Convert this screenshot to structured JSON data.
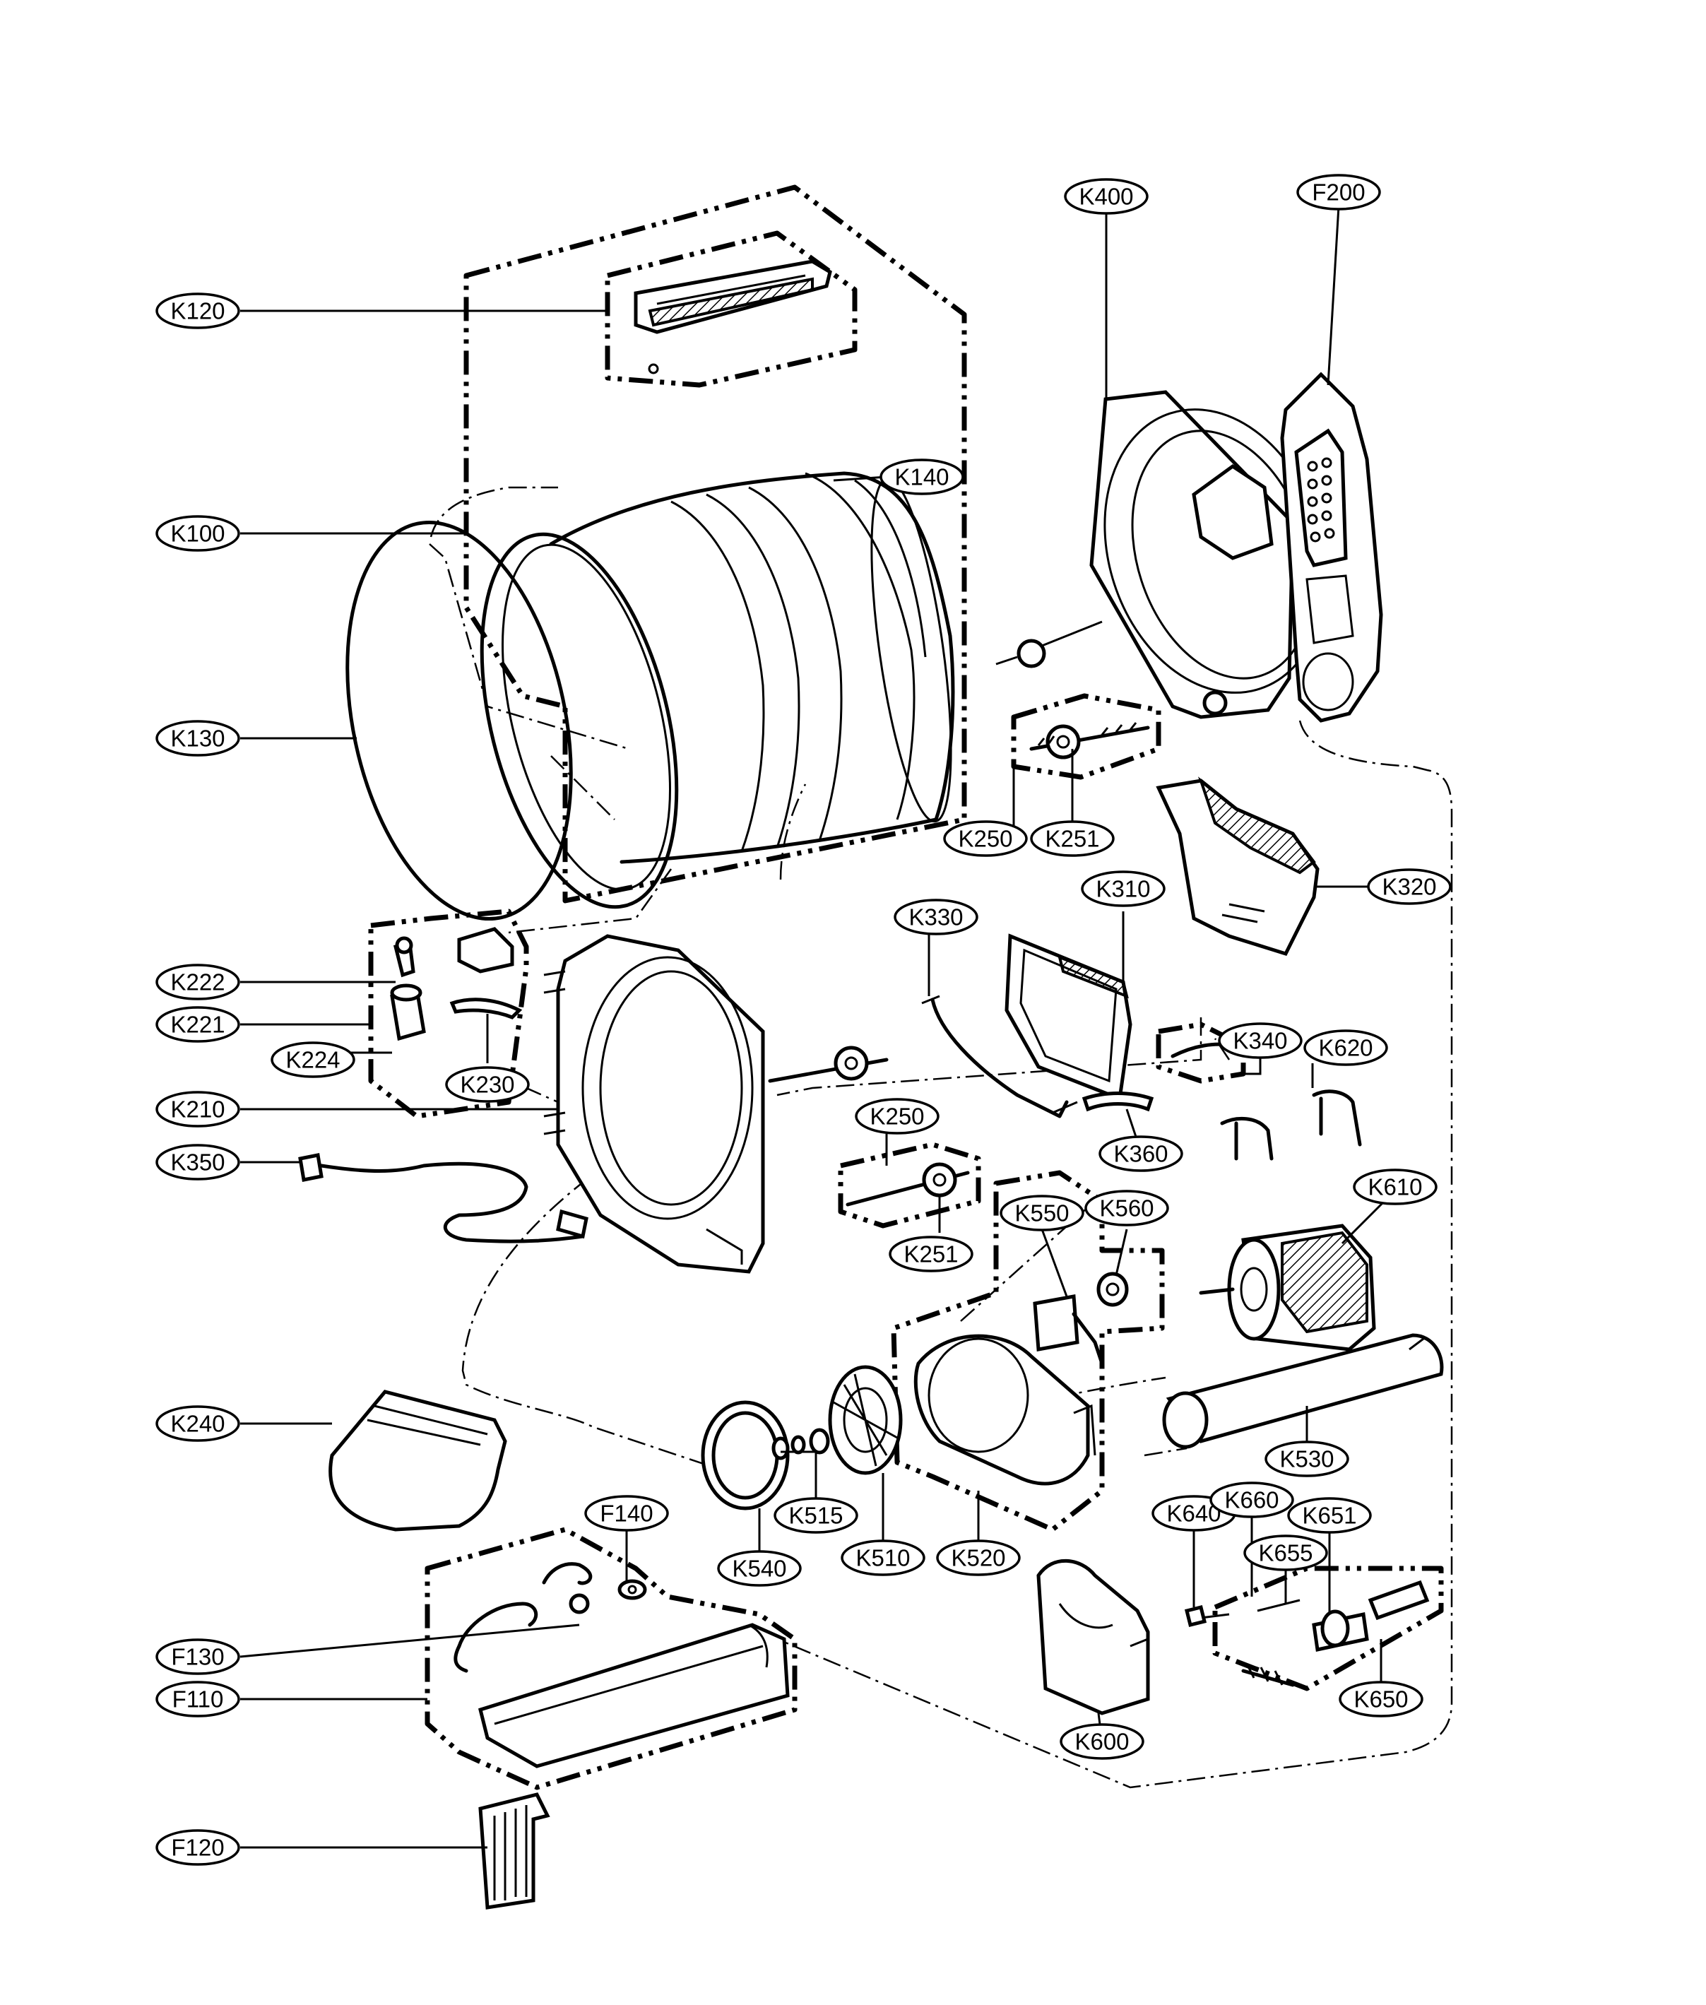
{
  "labels": {
    "K120": "K120",
    "K100": "K100",
    "K130": "K130",
    "K140": "K140",
    "K400": "K400",
    "F200": "F200",
    "K250a": "K250",
    "K251a": "K251",
    "K320": "K320",
    "K310": "K310",
    "K330": "K330",
    "K340": "K340",
    "K620": "K620",
    "K222": "K222",
    "K221": "K221",
    "K224": "K224",
    "K230": "K230",
    "K210": "K210",
    "K350": "K350",
    "K360": "K360",
    "K250b": "K250",
    "K251b": "K251",
    "K610": "K610",
    "K550": "K550",
    "K560": "K560",
    "K240": "K240",
    "K530": "K530",
    "K515": "K515",
    "F140": "F140",
    "K640": "K640",
    "K660": "K660",
    "K651": "K651",
    "K655": "K655",
    "K540": "K540",
    "K510": "K510",
    "K520": "K520",
    "F130": "F130",
    "F110": "F110",
    "K600": "K600",
    "K650": "K650",
    "F120": "F120"
  }
}
